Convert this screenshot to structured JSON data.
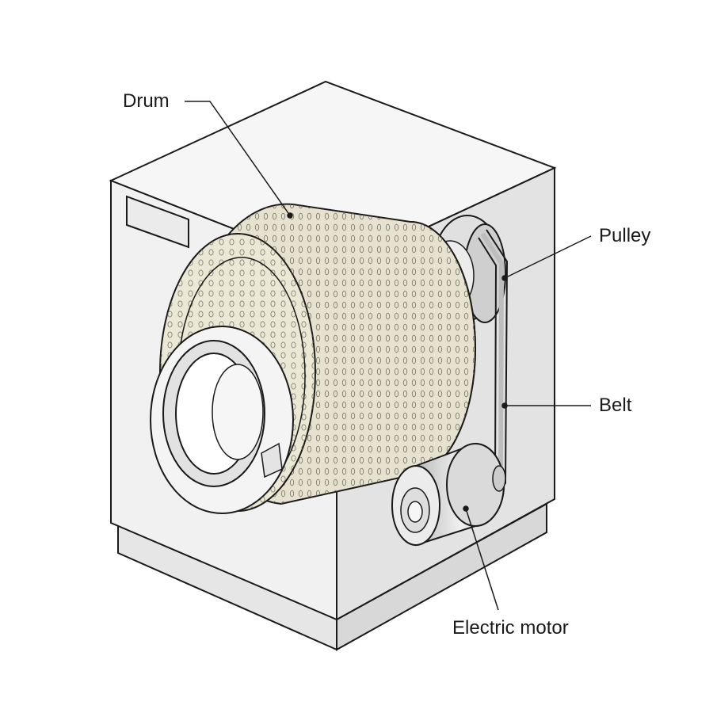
{
  "labels": {
    "drum": "Drum",
    "pulley": "Pulley",
    "belt": "Belt",
    "motor": "Electric motor"
  },
  "colors": {
    "outline": "#1a1a1a",
    "cabinet_front": "#f1f1f1",
    "cabinet_side": "#e3e3e3",
    "cabinet_top": "#f6f6f6",
    "drum": "#e6e2cf",
    "metal": "#d4d4d4"
  }
}
